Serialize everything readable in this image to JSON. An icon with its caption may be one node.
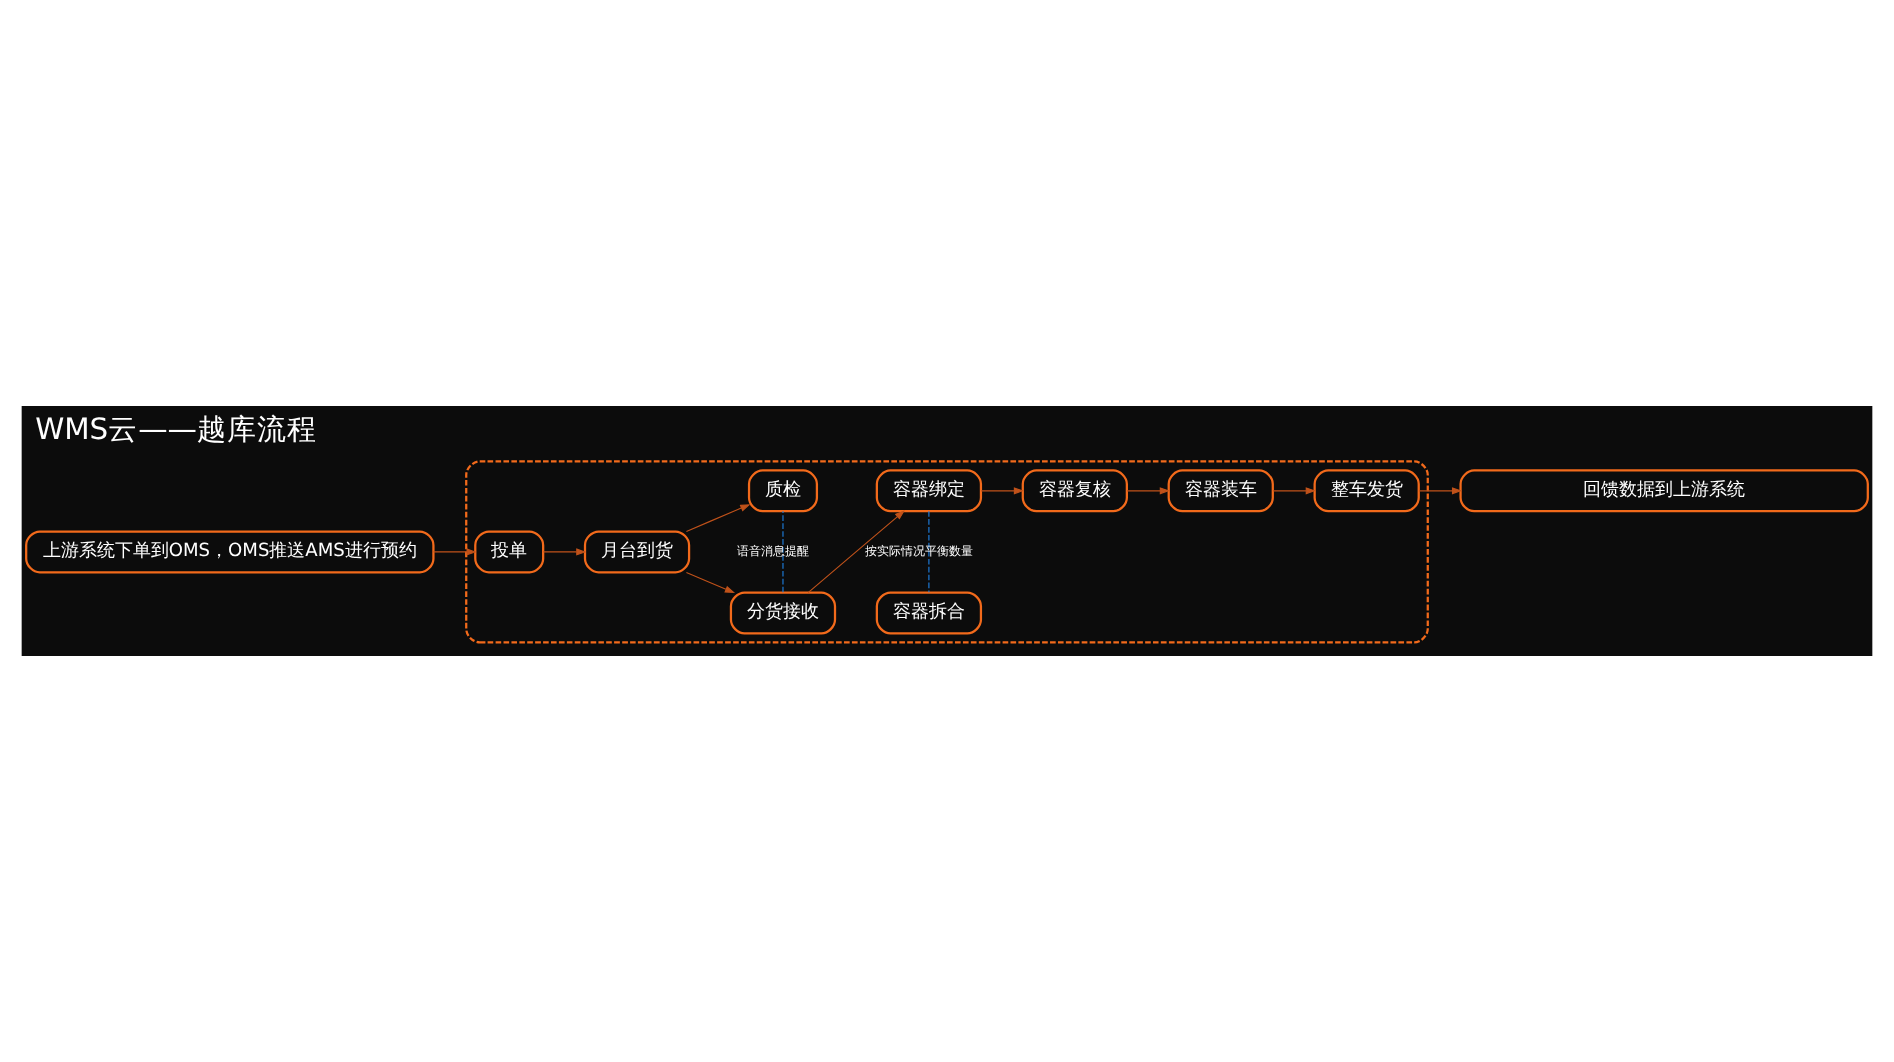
{
  "diagram": {
    "title": "WMS云——越库流程",
    "nodes": [
      {
        "text": [
          "上游系统下单到OMS，OMS推送AMS进行预约"
        ]
      },
      {
        "text": [],
        "shape": "box"
      },
      {
        "text": [
          "投单"
        ],
        "in": 1
      },
      {
        "text": [
          "月台到货"
        ],
        "in": 1
      },
      {
        "text": [
          "分货接收"
        ],
        "in": 1
      },
      {
        "text": [
          "质检"
        ],
        "in": 1
      },
      {
        "text": [
          "容器绑定"
        ],
        "in": 1
      },
      {
        "text": [
          "容器拆合"
        ],
        "in": 1
      },
      {
        "text": [
          "容器复核"
        ],
        "in": 1
      },
      {
        "text": [
          "容器装车"
        ],
        "in": 1
      },
      {
        "text": [
          "整车发货"
        ],
        "in": 1
      },
      {
        "text": [
          "回馈数据到上游系统"
        ]
      }
    ],
    "edges": [
      {
        "from": 0,
        "to": 2,
        "arrow": "to"
      },
      {
        "from": 2,
        "to": 3,
        "arrow": "to"
      },
      {
        "from": 3,
        "to": 4,
        "arrow": "to"
      },
      {
        "from": 3,
        "to": 5,
        "arrow": "to"
      },
      {
        "from": 4,
        "to": 6,
        "arrow": "to"
      },
      {
        "from": 6,
        "to": 8,
        "arrow": "to"
      },
      {
        "from": 8,
        "to": 9,
        "arrow": "to"
      },
      {
        "from": 9,
        "to": 10,
        "arrow": "to"
      },
      {
        "from": 10,
        "to": 11,
        "arrow": "to"
      },
      {
        "from": 4,
        "to": 5,
        "arrow": "none",
        "label": "语音消息提醒",
        "style": "dashed",
        "color": "#1e7fe0"
      },
      {
        "from": 6,
        "to": 7,
        "arrow": "none",
        "label": "按实际情况平衡数量",
        "style": "dashed",
        "color": "#1e7fe0"
      }
    ]
  }
}
